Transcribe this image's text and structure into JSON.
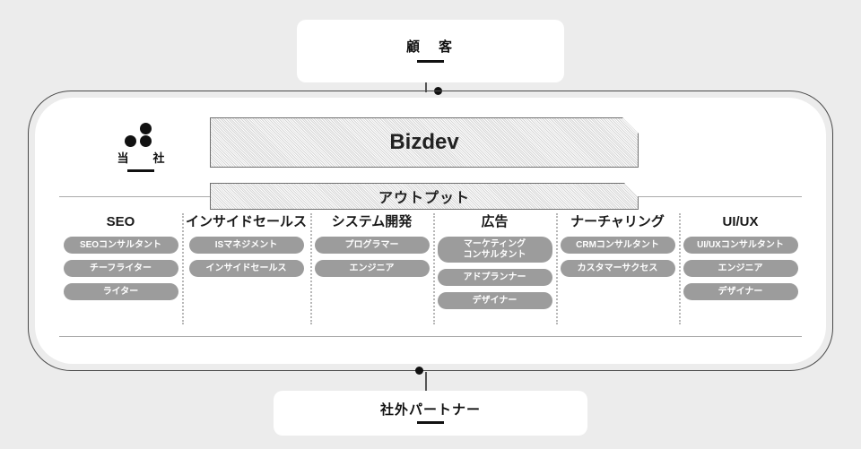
{
  "diagram": {
    "title_top": "顧　客",
    "title_bottom": "社外パートナー",
    "company": {
      "logo_label": "当　社",
      "logo_icon": "three-dots-logo"
    },
    "banners": {
      "bizdev": "Bizdev",
      "output": "アウトプット"
    },
    "columns": [
      {
        "title": "SEO",
        "roles": [
          "SEOコンサルタント",
          "チーフライター",
          "ライター"
        ]
      },
      {
        "title": "インサイドセールス",
        "roles": [
          "ISマネジメント",
          "インサイドセールス"
        ]
      },
      {
        "title": "システム開発",
        "roles": [
          "プログラマー",
          "エンジニア"
        ]
      },
      {
        "title": "広告",
        "roles": [
          "マーケティング\nコンサルタント",
          "アドプランナー",
          "デザイナー"
        ]
      },
      {
        "title": "ナーチャリング",
        "roles": [
          "CRMコンサルタント",
          "カスタマーサクセス"
        ]
      },
      {
        "title": "UI/UX",
        "roles": [
          "UI/UXコンサルタント",
          "エンジニア",
          "デザイナー"
        ]
      }
    ]
  },
  "colors": {
    "background": "#ececec",
    "panel": "#ffffff",
    "frame_border": "#4a4a4a",
    "pill": "#9c9c9c",
    "pill_text": "#ffffff",
    "connector": "#555555",
    "accent_underline": "#111111",
    "ribbon_fill": "#e8e8e8",
    "ribbon_border": "#707070",
    "divider": "#b8b8b8"
  }
}
